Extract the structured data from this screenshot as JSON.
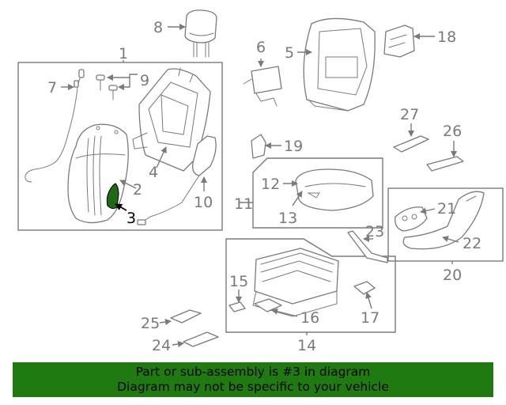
{
  "diagram": {
    "callouts": {
      "c1": "1",
      "c2": "2",
      "c3": "3",
      "c4": "4",
      "c5": "5",
      "c6": "6",
      "c7": "7",
      "c8": "8",
      "c9": "9",
      "c10": "10",
      "c11": "11",
      "c12": "12",
      "c13": "13",
      "c14": "14",
      "c15": "15",
      "c16": "16",
      "c17": "17",
      "c18": "18",
      "c19": "19",
      "c20": "20",
      "c21": "21",
      "c22": "22",
      "c23": "23",
      "c24": "24",
      "c25": "25",
      "c26": "26",
      "c27": "27"
    },
    "highlighted_part": "3"
  },
  "banner": {
    "line1": "Part or sub-assembly is #3 in diagram",
    "line2": "Diagram may not be specific to your vehicle"
  },
  "colors": {
    "banner_bg": "#1f7a10",
    "highlight": "#1f6b14",
    "linework": "#7a7a7a"
  }
}
